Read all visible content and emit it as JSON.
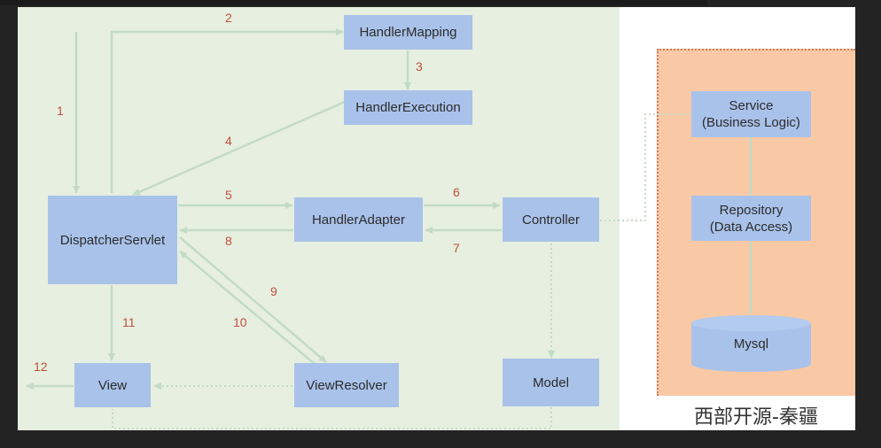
{
  "boxes": {
    "handler_mapping": "HandlerMapping",
    "handler_execution": "HandlerExecution",
    "dispatcher_servlet": "DispatcherServlet",
    "handler_adapter": "HandlerAdapter",
    "controller": "Controller",
    "view": "View",
    "view_resolver": "ViewResolver",
    "model": "Model",
    "service": "Service\n(Business Logic)",
    "repository": "Repository\n(Data Access)",
    "mysql": "Mysql"
  },
  "step_labels": [
    "1",
    "2",
    "3",
    "4",
    "5",
    "6",
    "7",
    "8",
    "9",
    "10",
    "11",
    "12"
  ],
  "watermark": "西部开源-秦疆",
  "colors": {
    "box_fill": "#a9c2ea",
    "arrow": "#c3dbc6",
    "step_number": "#c0503a",
    "left_panel": "#e6efe0",
    "right_panel": "#f9c9a5"
  }
}
